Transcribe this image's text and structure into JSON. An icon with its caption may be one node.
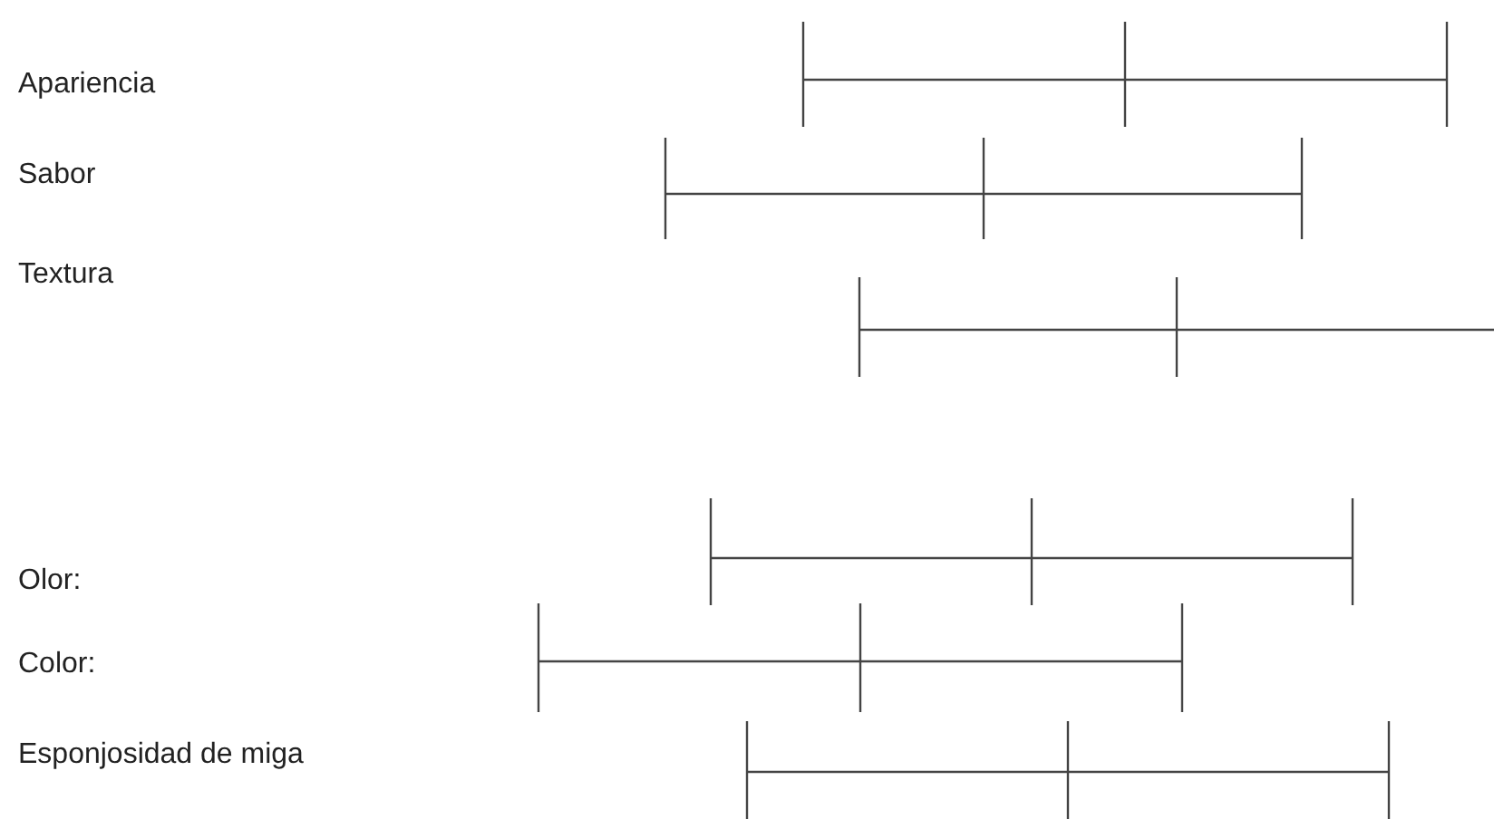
{
  "diagram": {
    "labels": [
      "Apariencia",
      "Sabor",
      "Textura",
      "Olor:",
      "Color:",
      "Esponjosidad de miga"
    ]
  }
}
